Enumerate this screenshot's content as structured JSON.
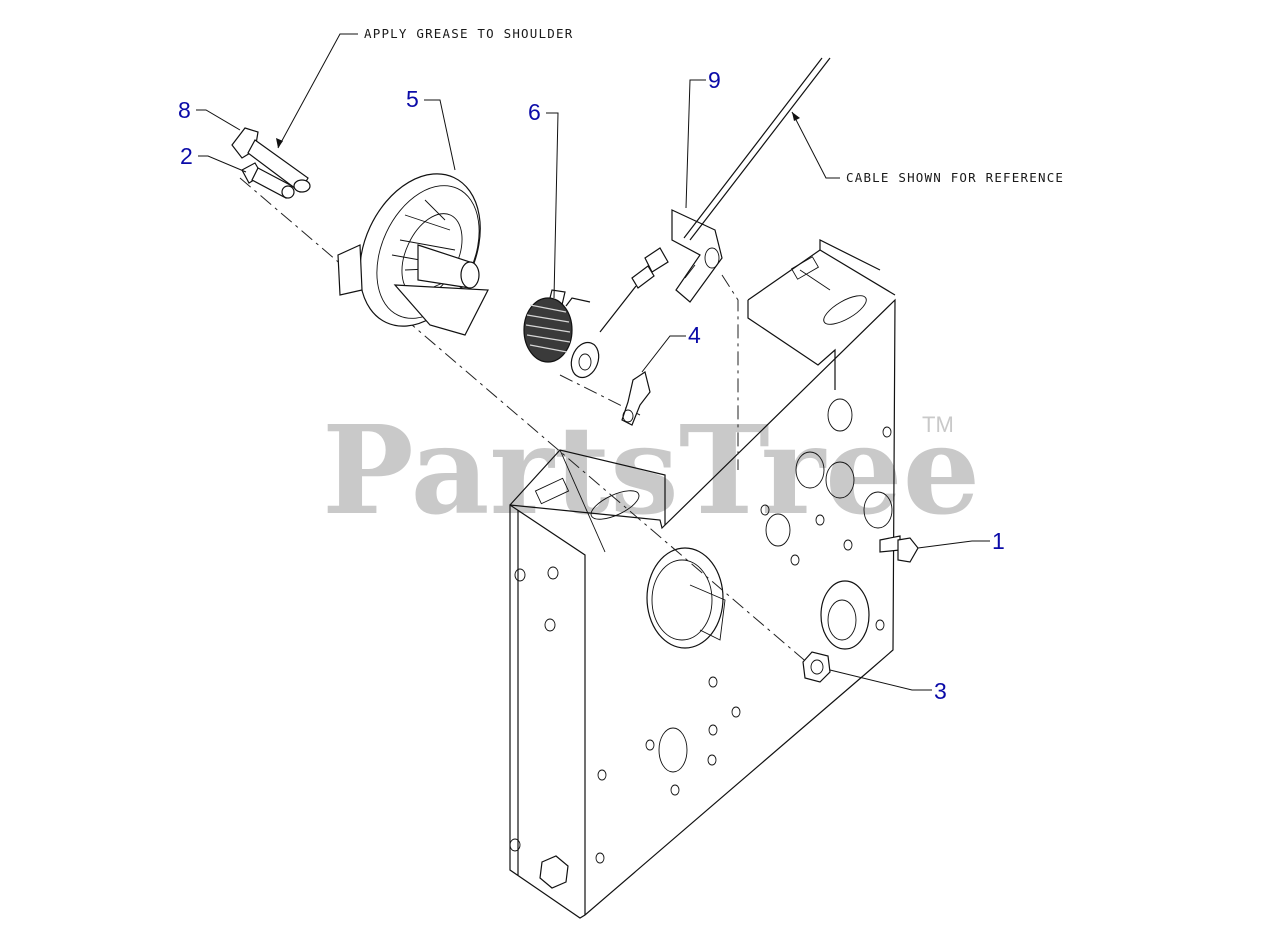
{
  "watermark": {
    "text": "PartsTree",
    "trademark": "TM"
  },
  "notes": {
    "grease": "APPLY GREASE TO SHOULDER",
    "cable": "CABLE SHOWN FOR REFERENCE"
  },
  "callouts": [
    {
      "id": "1",
      "label": "1"
    },
    {
      "id": "2",
      "label": "2"
    },
    {
      "id": "3",
      "label": "3"
    },
    {
      "id": "4",
      "label": "4"
    },
    {
      "id": "5",
      "label": "5"
    },
    {
      "id": "6",
      "label": "6"
    },
    {
      "id": "8",
      "label": "8"
    },
    {
      "id": "9",
      "label": "9"
    }
  ],
  "colors": {
    "callout": "#0b0ba8",
    "lines": "#111111",
    "watermark": "#c9c9c9"
  }
}
